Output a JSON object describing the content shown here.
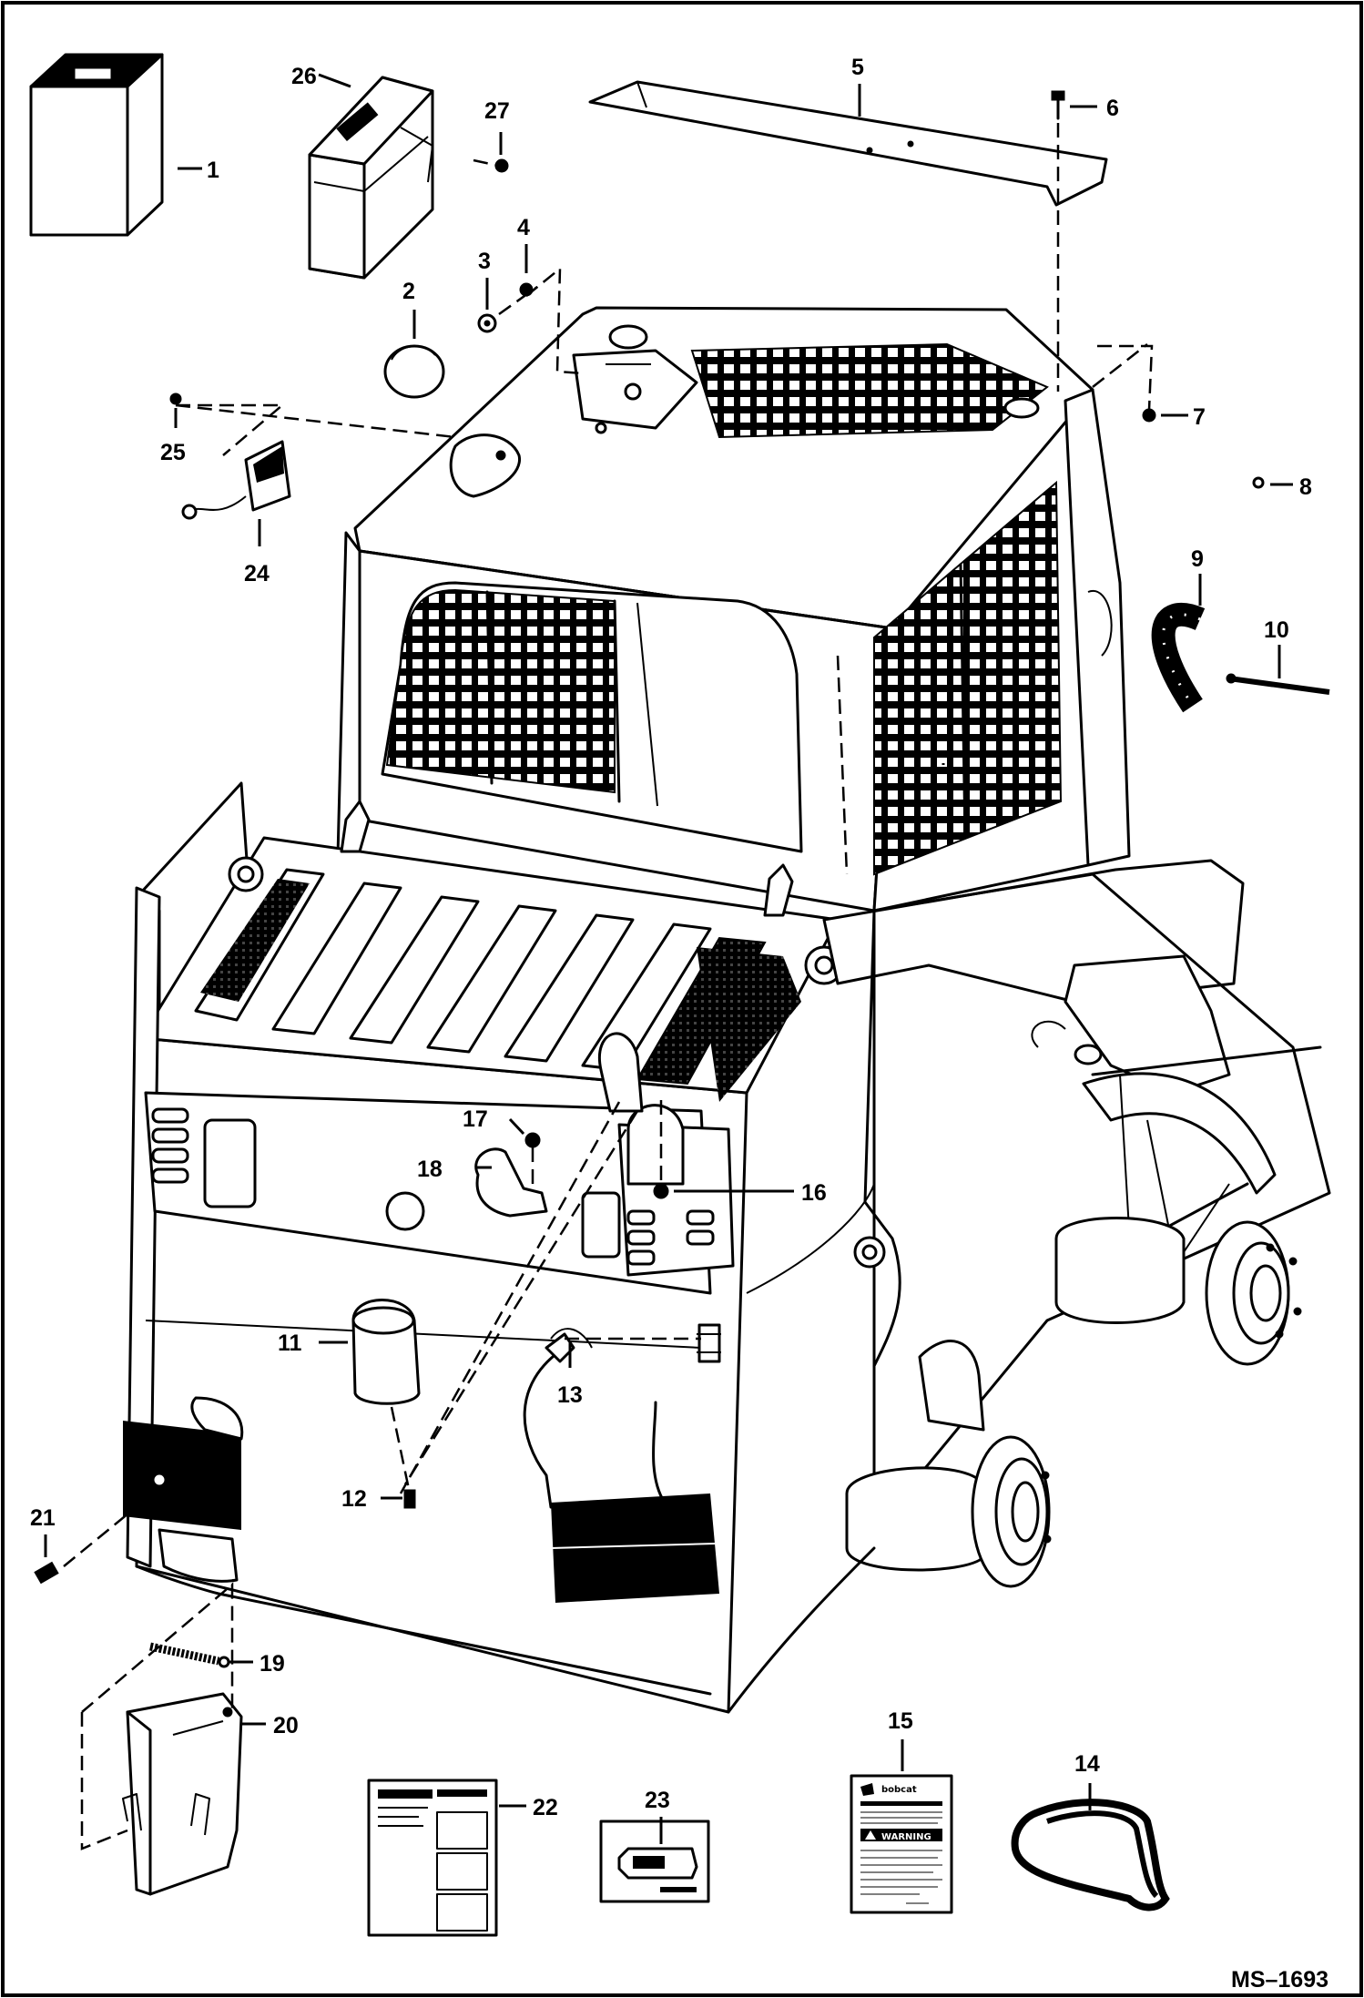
{
  "figure": {
    "reference": "MS–1693",
    "callouts": [
      "1",
      "2",
      "3",
      "4",
      "5",
      "6",
      "7",
      "8",
      "9",
      "10",
      "11",
      "12",
      "13",
      "14",
      "15",
      "16",
      "17",
      "18",
      "19",
      "20",
      "21",
      "22",
      "23",
      "24",
      "25",
      "26",
      "27"
    ]
  },
  "decals": {
    "decal_15_header": "WARNING",
    "decal_15_brand": "bobcat"
  }
}
